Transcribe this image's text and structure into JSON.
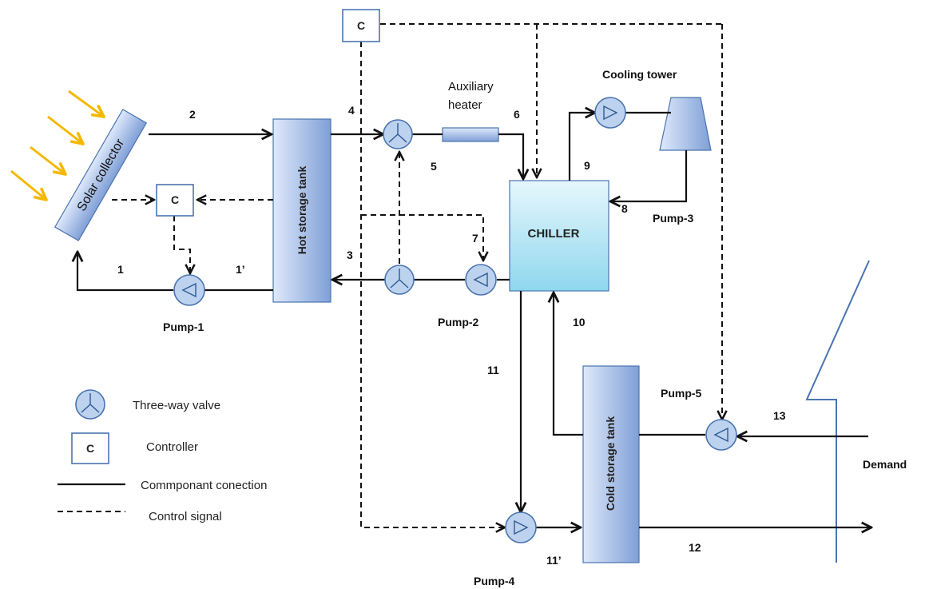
{
  "components": {
    "solar_collector": "Solar collector",
    "hot_storage_tank": "Hot storage tank",
    "auxiliary_heater_line1": "Auxiliary",
    "auxiliary_heater_line2": "heater",
    "chiller": "CHILLER",
    "cooling_tower": "Cooling tower",
    "cold_storage_tank": "Cold storage tank",
    "demand": "Demand"
  },
  "controllers": {
    "top": "C",
    "collector": "C"
  },
  "pumps": {
    "pump1": "Pump-1",
    "pump2": "Pump-2",
    "pump3": "Pump-3",
    "pump4": "Pump-4",
    "pump5": "Pump-5"
  },
  "stream_labels": {
    "s1": "1",
    "s1p": "1’",
    "s2": "2",
    "s3": "3",
    "s4": "4",
    "s5": "5",
    "s6": "6",
    "s7": "7",
    "s8": "8",
    "s9": "9",
    "s10": "10",
    "s11": "11",
    "s11p": "11’",
    "s12": "12",
    "s13": "13"
  },
  "legend": {
    "valve_label": "Three-way valve",
    "controller_symbol": "C",
    "controller_label": "Controller",
    "connection_label": "Commponant conection",
    "signal_label": "Control signal"
  },
  "colors": {
    "solar_rays": "#f5b800",
    "component_fill_light": "#dfe9fb",
    "component_fill_dark": "#7f9fd6",
    "chiller_fill_light": "#e6f7fc",
    "chiller_fill_dark": "#8fd7ee",
    "outline_blue": "#4a74b0",
    "pipe": "#111111"
  }
}
